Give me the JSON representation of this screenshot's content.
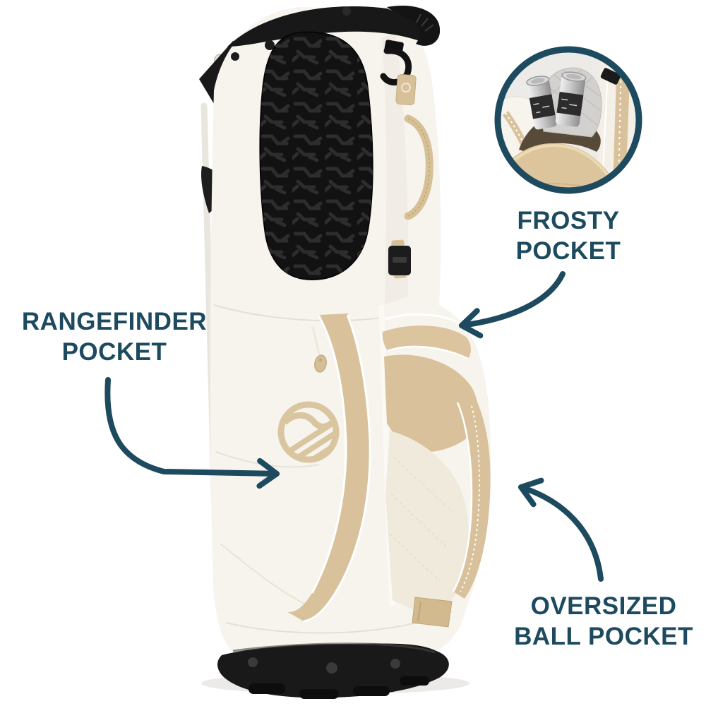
{
  "page": {
    "type": "annotated-product-image",
    "background": "#ffffff"
  },
  "theme": {
    "callout_color": "#1d4a5e",
    "arrow_color": "#1d4a5e",
    "bag_body_cream": "#f6f3ed",
    "bag_trim_tan": "#d9c29b",
    "bag_hardware_black": "#171717",
    "ball_pocket_cream": "#f0eadd",
    "inset_background": "#ecebe8"
  },
  "callouts": {
    "frosty": {
      "line1": "FROSTY",
      "line2": "POCKET"
    },
    "rangefinder": {
      "line1": "RANGEFINDER",
      "line2": "POCKET"
    },
    "oversized": {
      "line1": "OVERSIZED",
      "line2": "BALL POCKET"
    }
  },
  "icons": {
    "brand_logo": "sun-wave-circle-logo",
    "arrows": [
      "curved-arrow-right",
      "curved-arrow-left",
      "curved-arrow-up-left"
    ]
  },
  "inset": {
    "shows": "frosty-pocket-open-with-two-cans"
  }
}
